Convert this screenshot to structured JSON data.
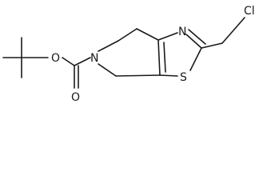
{
  "molecule": {
    "atoms": {
      "nitrogen_thiazole": "N",
      "sulfur": "S",
      "chlorine": "Cl",
      "nitrogen_ring": "N",
      "oxygen_ester": "O",
      "oxygen_carbonyl": "O"
    }
  }
}
